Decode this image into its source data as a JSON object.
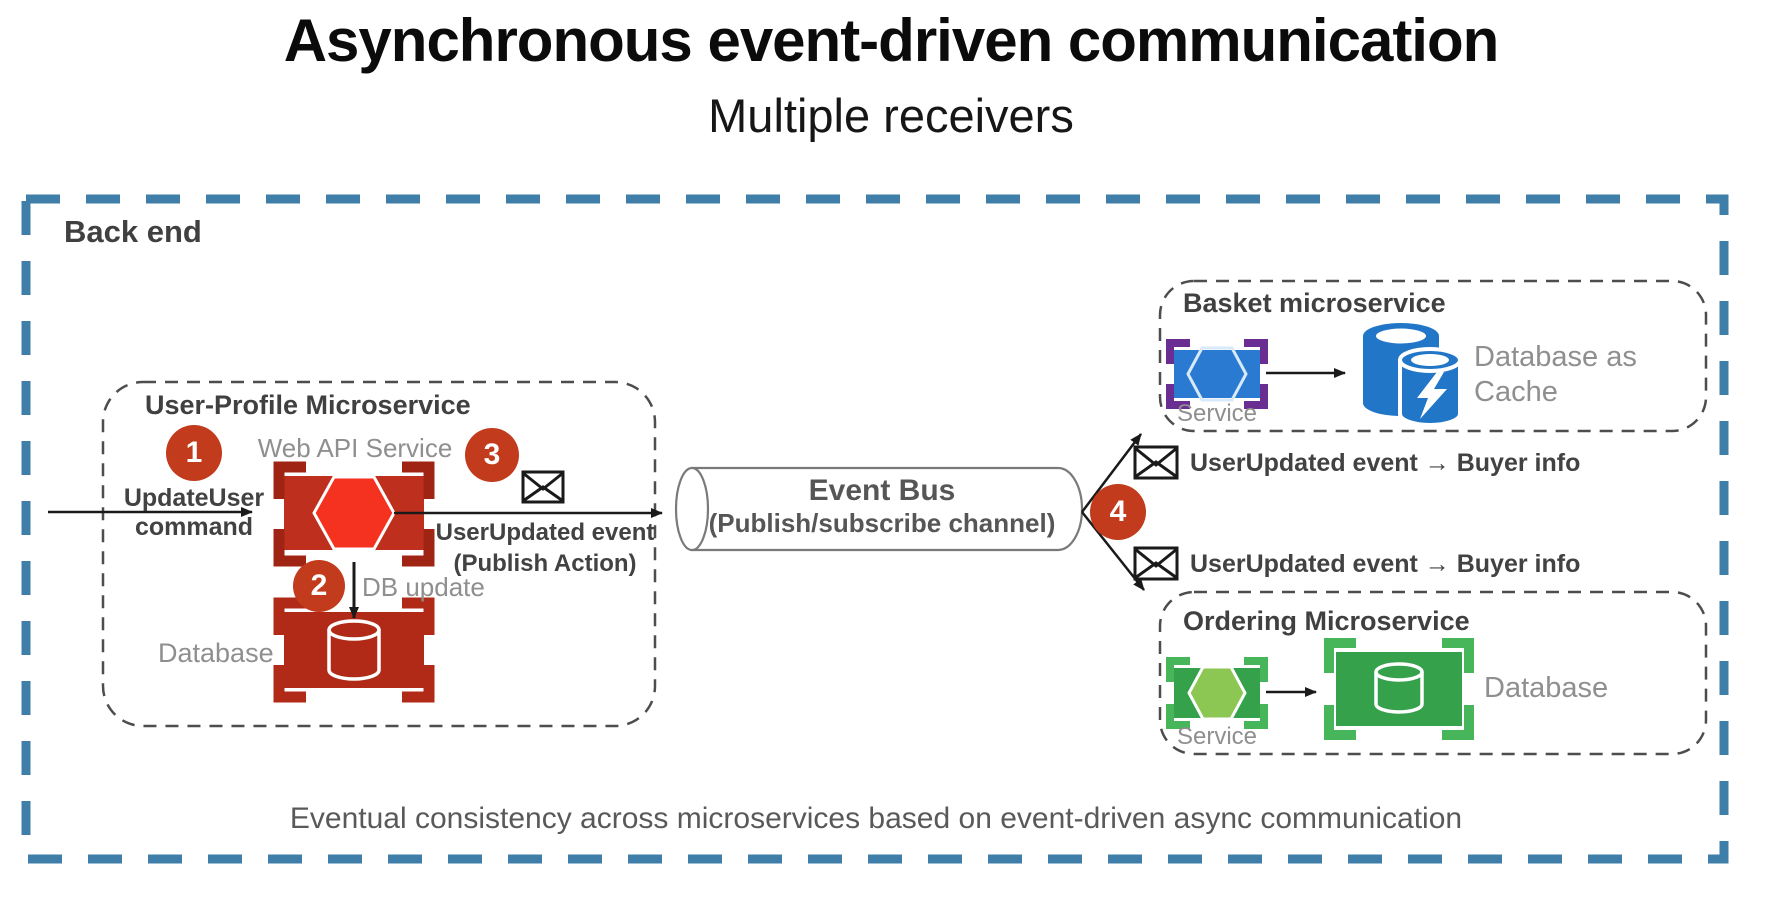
{
  "title": "Asynchronous event-driven communication",
  "subtitle": "Multiple receivers",
  "backend_label": "Back end",
  "badges": {
    "b1": "1",
    "b2": "2",
    "b3": "3",
    "b4": "4"
  },
  "user_profile": {
    "title": "User-Profile Microservice",
    "web_api_label": "Web API Service",
    "command_line1": "UpdateUser",
    "command_line2": "command",
    "publish_line1": "UserUpdated event",
    "publish_line2": "(Publish Action)",
    "db_update_label": "DB update",
    "database_label": "Database"
  },
  "event_bus": {
    "line1": "Event Bus",
    "line2": "(Publish/subscribe channel)"
  },
  "messages": {
    "to_basket": "UserUpdated event → Buyer info",
    "to_ordering": "UserUpdated event → Buyer info"
  },
  "basket": {
    "title": "Basket microservice",
    "service_label": "Service",
    "database_line1": "Database as",
    "database_line2": "Cache"
  },
  "ordering": {
    "title": "Ordering Microservice",
    "service_label": "Service",
    "database_label": "Database"
  },
  "caption": "Eventual consistency across microservices based on event-driven async communication",
  "icons": {
    "envelope": "envelope-icon",
    "red_service": "container-hexagon-icon",
    "red_database": "container-database-icon",
    "blue_service": "container-hexagon-icon",
    "cache_database": "redis-cache-cylinders-icon",
    "green_service": "container-hexagon-icon",
    "green_database": "container-database-icon"
  },
  "colors": {
    "outer_border": "#3E7EA8",
    "badge": "#C23B1D",
    "red_service_body": "#BE2F1D",
    "red_hexagon": "#F5321F",
    "red_database_body": "#B12A18",
    "blue_service_body": "#2B7AD1",
    "purple_bracket": "#6A2D91",
    "cache_blue": "#2176C7",
    "green_body": "#35A24B",
    "green_hexagon": "#8CC653"
  }
}
